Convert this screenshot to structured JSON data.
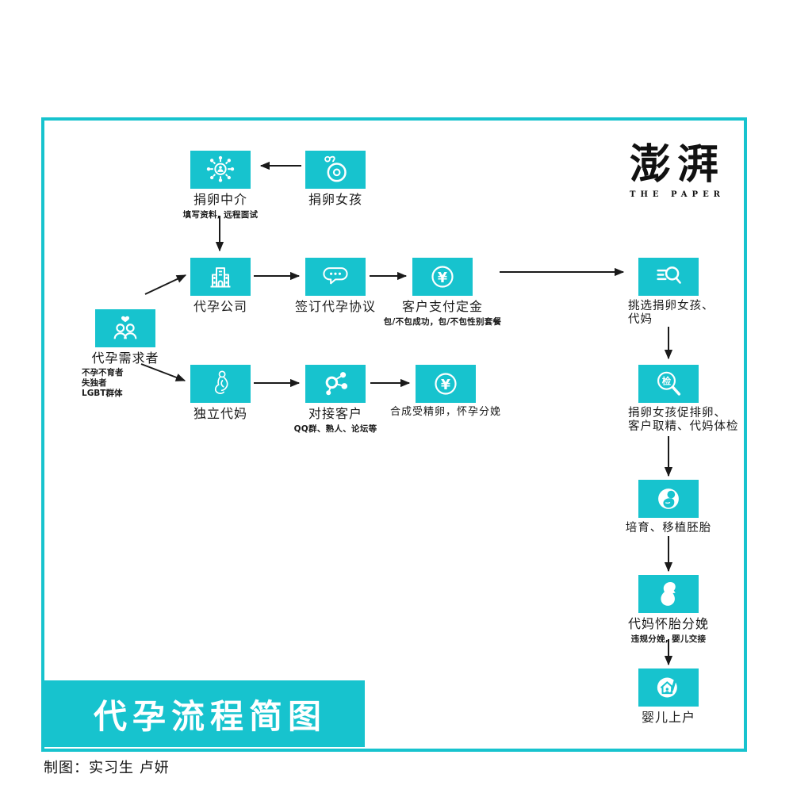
{
  "accent": "#17C3CE",
  "logo": {
    "hanzi": "澎湃",
    "latin": "THE PAPER"
  },
  "title": "代孕流程简图",
  "credit": "制图：实习生 卢妍",
  "icons": {
    "yen_symbol": "¥",
    "check_char": "检"
  },
  "nodes": {
    "donor_agency": {
      "label": "捐卵中介",
      "sub": "填写资料, 远程面试"
    },
    "donor_girl": {
      "label": "捐卵女孩"
    },
    "surrogacy_company": {
      "label": "代孕公司"
    },
    "sign_agreement": {
      "label": "签订代孕协议"
    },
    "pay_deposit": {
      "label": "客户支付定金",
      "sub": "包/不包成功，包/不包性别套餐"
    },
    "select_donor": {
      "line1": "挑选捐卵女孩、",
      "line2": "代妈"
    },
    "demander": {
      "label": "代孕需求者",
      "sub1": "不孕不育者",
      "sub2": "失独者",
      "sub3": "LGBT群体"
    },
    "independent_surrogate": {
      "label": "独立代妈"
    },
    "connect_clients": {
      "label": "对接客户",
      "sub": "QQ群、熟人、论坛等"
    },
    "fertilize": {
      "label": "合成受精卵，怀孕分娩"
    },
    "medical_check": {
      "line1": "捐卵女孩促排卵、",
      "line2": "客户取精、代妈体检"
    },
    "embryo": {
      "label": "培育、移植胚胎"
    },
    "surrogate_delivery": {
      "label": "代妈怀胎分娩",
      "sub": "违规分娩, 婴儿交接"
    },
    "baby_registration": {
      "label": "婴儿上户"
    }
  }
}
